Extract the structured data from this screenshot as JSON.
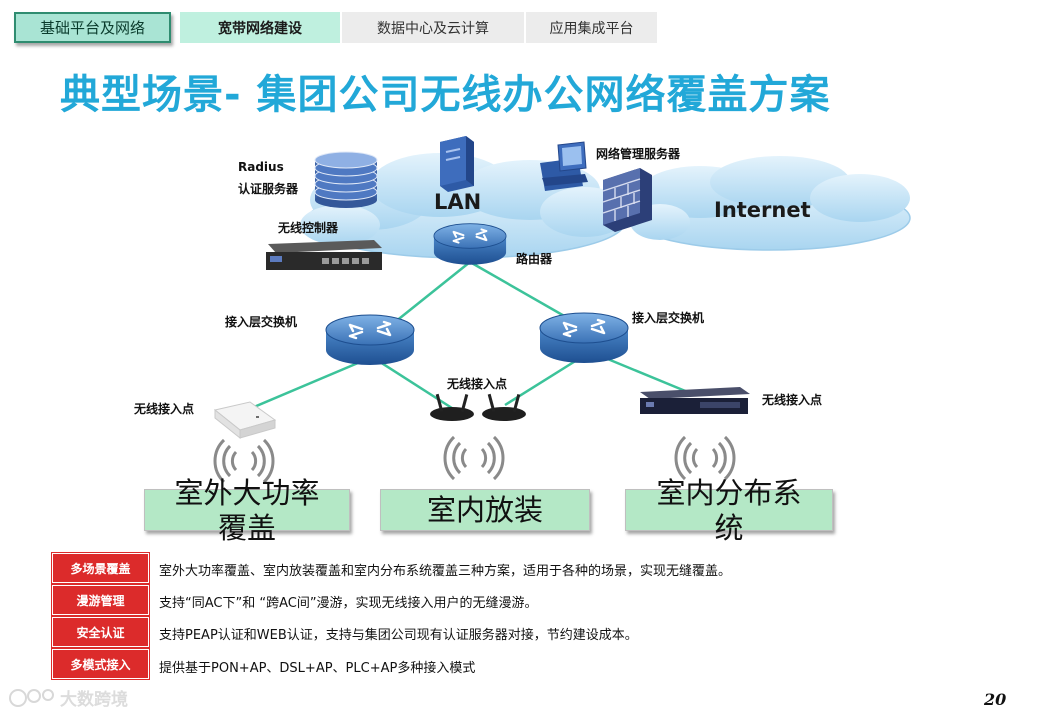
{
  "nav": {
    "tabs": [
      {
        "label": "基础平台及网络"
      },
      {
        "label": "宽带网络建设"
      },
      {
        "label": "数据中心及云计算"
      },
      {
        "label": "应用集成平台"
      }
    ]
  },
  "title": "典型场景- 集团公司无线办公网络覆盖方案",
  "diagram": {
    "lan_label": "LAN",
    "internet_label": "Internet",
    "radius_label_1": "Radius",
    "radius_label_2": "认证服务器",
    "nms_label": "网络管理服务器",
    "wlc_label": "无线控制器",
    "router_label": "路由器",
    "switch_left_label": "接入层交换机",
    "switch_right_label": "接入层交换机",
    "ap_left_label": "无线接入点",
    "ap_middle_label": "无线接入点",
    "ap_right_label": "无线接入点"
  },
  "scenarios": [
    {
      "line1": "室外大功率",
      "line2": "覆盖"
    },
    {
      "line1": "室内放装",
      "line2": ""
    },
    {
      "line1": "室内分布系",
      "line2": "统"
    }
  ],
  "features": [
    {
      "tag": "多场景覆盖",
      "desc": "室外大功率覆盖、室内放装覆盖和室内分布系统覆盖三种方案，适用于各种的场景，实现无缝覆盖。"
    },
    {
      "tag": "漫游管理",
      "desc": "支持“同AC下”和 “跨AC间”漫游，实现无线接入用户的无缝漫游。"
    },
    {
      "tag": "安全认证",
      "desc": "支持PEAP认证和WEB认证，支持与集团公司现有认证服务器对接，节约建设成本。"
    },
    {
      "tag": "多模式接入",
      "desc": "提供基于PON+AP、DSL+AP、PLC+AP多种接入模式"
    }
  ],
  "page_number": "20",
  "watermark": "大数跨境",
  "colors": {
    "title": "#22a8d8",
    "tag_bg": "#dc2b2b",
    "scenario_bg": "#b4e8c6",
    "link": "#3cc39a"
  }
}
